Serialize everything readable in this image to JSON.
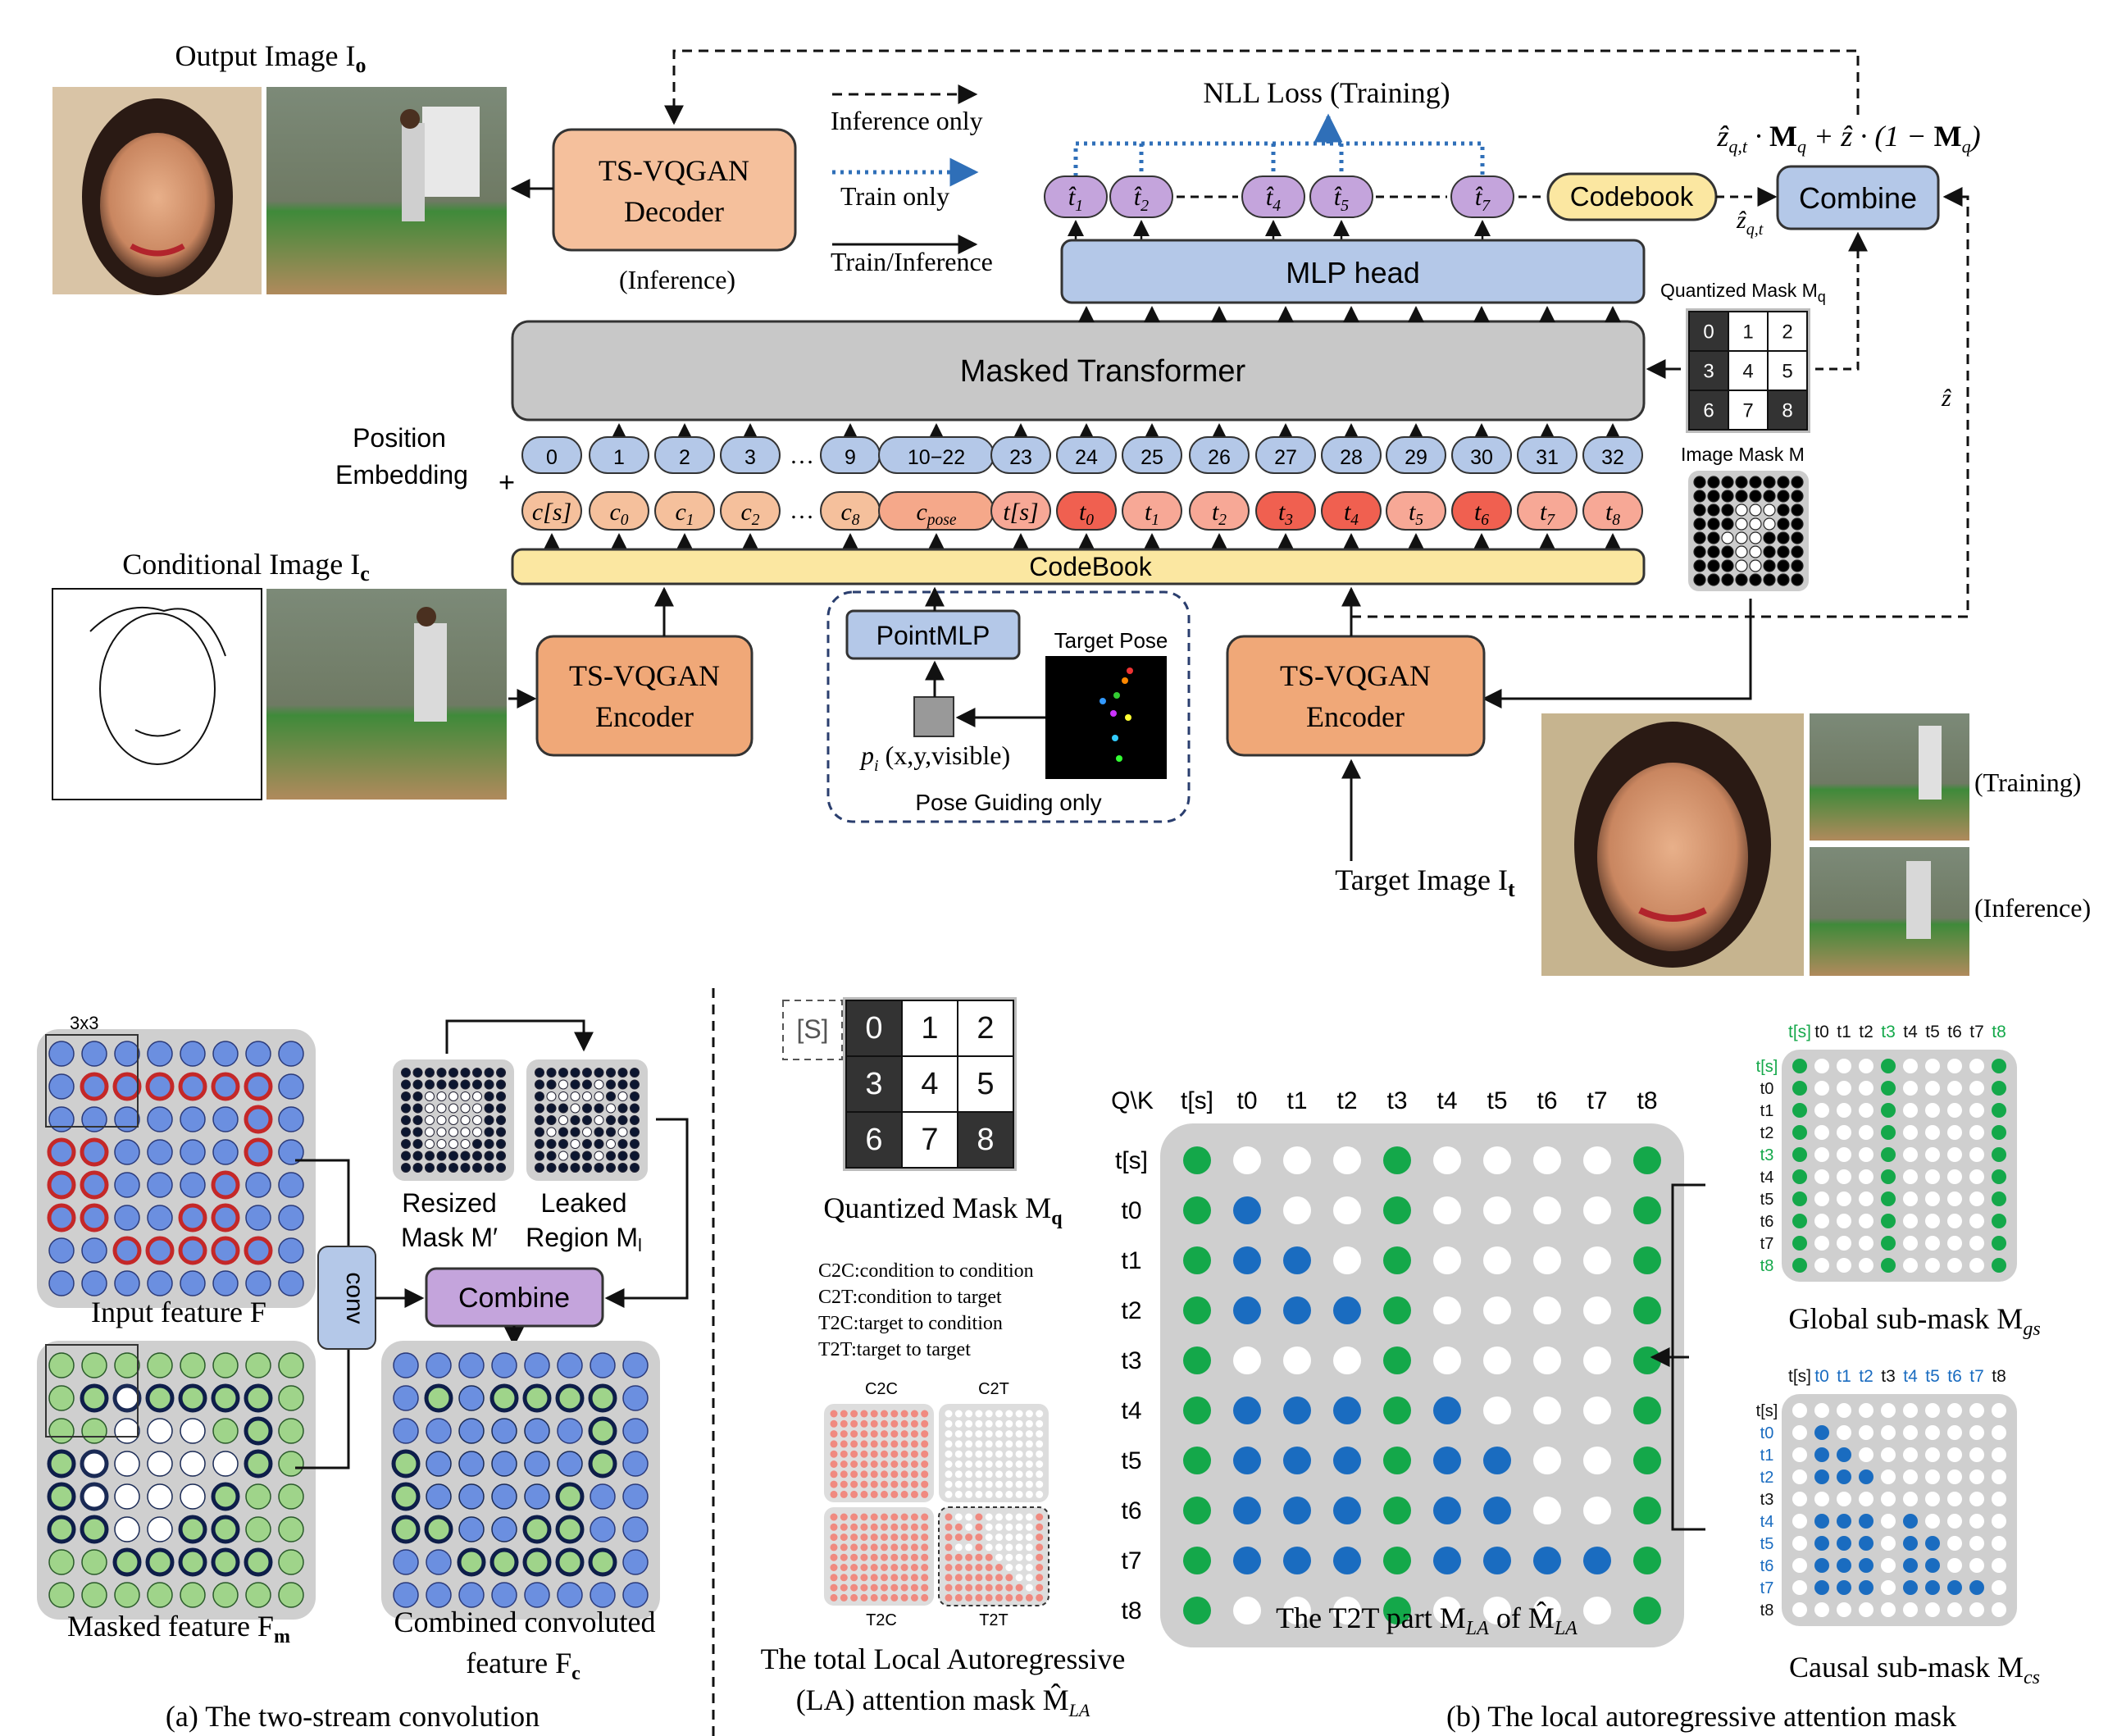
{
  "legend": {
    "inference_only": "Inference only",
    "train_only": "Train only",
    "train_inference": "Train/Inference"
  },
  "top": {
    "output_image_label": "Output Image I",
    "output_image_sub": "o",
    "decoder_line1": "TS-VQGAN",
    "decoder_line2": "Decoder",
    "decoder_note": "(Inference)",
    "nll_loss": "NLL Loss (Training)",
    "codebook_small": "Codebook",
    "combine": "Combine",
    "combine_formula": "ẑ_{q,t} · M_q + ẑ · (1 − M_q)",
    "zq_label": "ẑ_{q,t}",
    "zhat_label": "ẑ",
    "mlp_head": "MLP head",
    "masked_transformer": "Masked Transformer",
    "quantized_mask_label": "Quantized Mask M",
    "quantized_mask_sub": "q",
    "image_mask_label": "Image Mask M",
    "position_embedding_1": "Position",
    "position_embedding_2": "Embedding",
    "plus": "+",
    "codebook_bar": "CodeBook",
    "conditional_image_label": "Conditional Image I",
    "conditional_image_sub": "c",
    "encoder_line1": "TS-VQGAN",
    "encoder_line2": "Encoder",
    "pointmlp": "PointMLP",
    "target_pose": "Target Pose",
    "pose_point": "p_i (x,y,visible)",
    "pose_guiding": "Pose Guiding only",
    "target_image_label": "Target Image I",
    "target_image_sub": "t",
    "training": "(Training)",
    "inference": "(Inference)",
    "predicted_tokens": [
      "t̂1",
      "t̂2",
      "t̂4",
      "t̂5",
      "t̂7"
    ],
    "position_ids": [
      "0",
      "1",
      "2",
      "3",
      "…",
      "9",
      "10−22",
      "23",
      "24",
      "25",
      "26",
      "27",
      "28",
      "29",
      "30",
      "31",
      "32"
    ],
    "tokens": [
      "c[s]",
      "c0",
      "c1",
      "c2",
      "…",
      "c8",
      "c_pose",
      "t[s]",
      "t0",
      "t1",
      "t2",
      "t3",
      "t4",
      "t5",
      "t6",
      "t7",
      "t8"
    ],
    "quant_mask_values": [
      "0",
      "1",
      "2",
      "3",
      "4",
      "5",
      "6",
      "7",
      "8"
    ]
  },
  "bottom_left": {
    "kernel_label": "3x3",
    "input_feature": "Input feature F",
    "masked_feature": "Masked feature F",
    "masked_feature_sub": "m",
    "conv": "conv",
    "resized_mask_1": "Resized",
    "resized_mask_2": "Mask M′",
    "leaked_1": "Leaked",
    "leaked_2": "Region M",
    "leaked_sub": "l",
    "combine": "Combine",
    "combined_1": "Combined convoluted",
    "combined_2": "feature F",
    "combined_sub": "c",
    "caption": "(a) The two-stream convolution"
  },
  "bottom_mid": {
    "s_token": "[S]",
    "grid_values": [
      "0",
      "1",
      "2",
      "3",
      "4",
      "5",
      "6",
      "7",
      "8"
    ],
    "quantized_mask": "Quantized Mask M",
    "quantized_mask_sub": "q",
    "defs": [
      "C2C:condition to condition",
      "C2T:condition to target",
      "T2C:target to condition",
      "T2T:target to target"
    ],
    "quad_labels": [
      "C2C",
      "C2T",
      "T2C",
      "T2T"
    ],
    "total_1": "The total Local Autoregressive",
    "total_2": "(LA) attention mask M̂",
    "total_sub": "LA"
  },
  "bottom_right": {
    "qk": "Q\\K",
    "labels": [
      "t[s]",
      "t0",
      "t1",
      "t2",
      "t3",
      "t4",
      "t5",
      "t6",
      "t7",
      "t8"
    ],
    "t2t_caption": "The T2T part M",
    "t2t_caption_sub": "LA",
    "t2t_caption_tail": " of M̂",
    "global_submask": "Global sub-mask M",
    "global_submask_sub": "gs",
    "causal_submask": "Causal sub-mask M",
    "causal_submask_sub": "cs",
    "caption": "(b) The local autoregressive attention mask"
  },
  "colors": {
    "peach": "#f5c09c",
    "orange_box": "#f0a878",
    "blue_box": "#b4c8e8",
    "purple": "#c4a4dc",
    "yellow": "#fbe7a1",
    "gray": "#c8c8c8",
    "red_token": "#f06050",
    "green_dot": "#14a84a",
    "blue_dot": "#1a6cc0"
  }
}
